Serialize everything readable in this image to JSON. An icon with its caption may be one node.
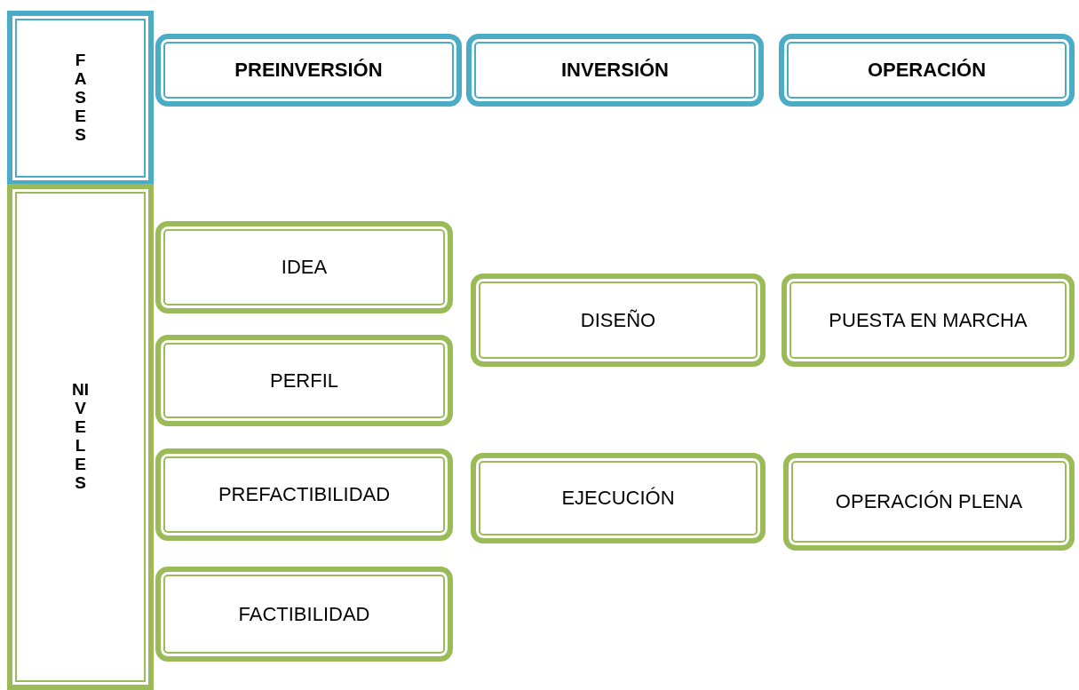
{
  "diagram": {
    "nodes": [
      {
        "text": [
          "FASES"
        ]
      },
      {
        "text": [
          "PREINVERSIÓN"
        ]
      },
      {
        "text": [
          "INVERSIÓN"
        ]
      },
      {
        "text": [
          "OPERACIÓN"
        ]
      },
      {
        "text": [
          "NIVELES"
        ]
      },
      {
        "text": [
          "IDEA"
        ]
      },
      {
        "text": [
          "DISEÑO"
        ]
      },
      {
        "text": [
          "PUESTA EN MARCHA"
        ]
      },
      {
        "text": [
          "PERFIL"
        ]
      },
      {
        "text": [
          "PREFACTIBILIDAD"
        ]
      },
      {
        "text": [
          "EJECUCIÓN"
        ]
      },
      {
        "text": [
          "OPERACIÓN PLENA"
        ]
      },
      {
        "text": [
          "FACTIBILIDAD"
        ]
      }
    ]
  }
}
